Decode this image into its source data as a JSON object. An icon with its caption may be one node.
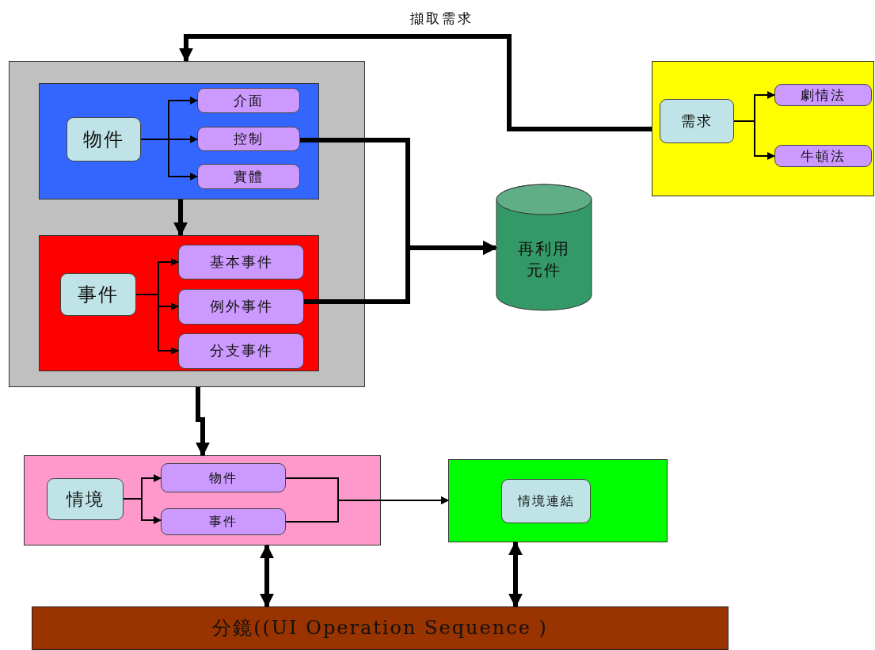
{
  "diagram": {
    "nodes": [
      {
        "text": [],
        "shape": "box"
      },
      {
        "text": [],
        "shape": "box",
        "in": 0
      },
      {
        "text": [
          "物件"
        ],
        "in": 1
      },
      {
        "text": [
          "介面"
        ],
        "in": 1
      },
      {
        "text": [
          "控制"
        ],
        "in": 1
      },
      {
        "text": [
          "實體"
        ],
        "in": 1
      },
      {
        "text": [],
        "shape": "box",
        "in": 0
      },
      {
        "text": [
          "事件"
        ],
        "in": 6
      },
      {
        "text": [
          "基本事件"
        ],
        "in": 6
      },
      {
        "text": [
          "例外事件"
        ],
        "in": 6
      },
      {
        "text": [
          "分支事件"
        ],
        "in": 6
      },
      {
        "text": [
          "再利用元件"
        ]
      },
      {
        "text": [],
        "shape": "box"
      },
      {
        "text": [
          "需求"
        ],
        "in": 12
      },
      {
        "text": [
          "劇情法"
        ],
        "in": 12
      },
      {
        "text": [
          "牛頓法"
        ],
        "in": 12
      },
      {
        "text": [],
        "shape": "box"
      },
      {
        "text": [
          "情境"
        ],
        "in": 16
      },
      {
        "text": [
          "物件"
        ],
        "in": 16
      },
      {
        "text": [
          "事件"
        ],
        "in": 16
      },
      {
        "text": [],
        "shape": "box"
      },
      {
        "text": [
          "情境連結"
        ],
        "in": 20
      },
      {
        "text": [
          "分鏡((UI Operation Sequence )"
        ]
      }
    ],
    "edges": [
      {
        "from": 12,
        "to": 0,
        "arrow": "to",
        "label": "擷取需求",
        "style": "thick"
      },
      {
        "from": 2,
        "to": 3,
        "arrow": "to"
      },
      {
        "from": 2,
        "to": 4,
        "arrow": "to"
      },
      {
        "from": 2,
        "to": 5,
        "arrow": "to"
      },
      {
        "from": 1,
        "to": 6,
        "arrow": "to",
        "style": "thick"
      },
      {
        "from": 7,
        "to": 8,
        "arrow": "to"
      },
      {
        "from": 7,
        "to": 9,
        "arrow": "to"
      },
      {
        "from": 7,
        "to": 10,
        "arrow": "to"
      },
      {
        "from": 4,
        "to": 11,
        "arrow": "to",
        "style": "thick"
      },
      {
        "from": 9,
        "to": 11,
        "arrow": "to",
        "style": "thick"
      },
      {
        "from": 13,
        "to": 14,
        "arrow": "to"
      },
      {
        "from": 13,
        "to": 15,
        "arrow": "to"
      },
      {
        "from": 0,
        "to": 16,
        "arrow": "to",
        "style": "thick"
      },
      {
        "from": 17,
        "to": 18,
        "arrow": "to"
      },
      {
        "from": 17,
        "to": 19,
        "arrow": "to"
      },
      {
        "from": 18,
        "to": 20,
        "arrow": "to"
      },
      {
        "from": 19,
        "to": 20,
        "arrow": "to"
      },
      {
        "from": 16,
        "to": 22,
        "arrow": "both",
        "style": "thick"
      },
      {
        "from": 20,
        "to": 22,
        "arrow": "both",
        "style": "thick"
      }
    ]
  }
}
